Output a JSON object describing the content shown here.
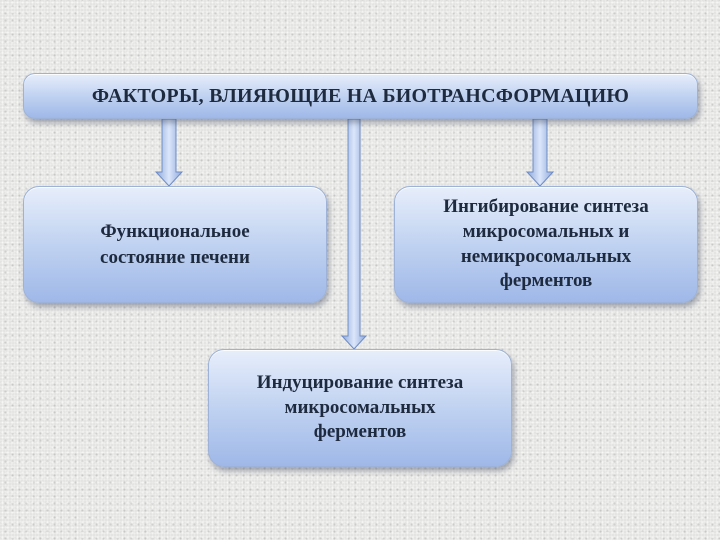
{
  "diagram": {
    "title": "ФАКТОРЫ, ВЛИЯЮЩИЕ НА БИОТРАНСФОРМАЦИЮ",
    "nodes": {
      "liver_function": {
        "line1": "Функциональное",
        "line2": "состояние печени"
      },
      "inhibition": {
        "line1": "Ингибирование синтеза",
        "line2": "микросомальных и",
        "line3": "немикросомальных",
        "line4": "ферментов"
      },
      "induction": {
        "line1": "Индуцирование синтеза",
        "line2": "микросомальных",
        "line3": "ферментов"
      }
    },
    "colors": {
      "box_fill_top": "#e7eefb",
      "box_fill_bottom": "#9fb8e8",
      "arrow": "#a9c0ea",
      "text": "#1e2a3e"
    }
  }
}
